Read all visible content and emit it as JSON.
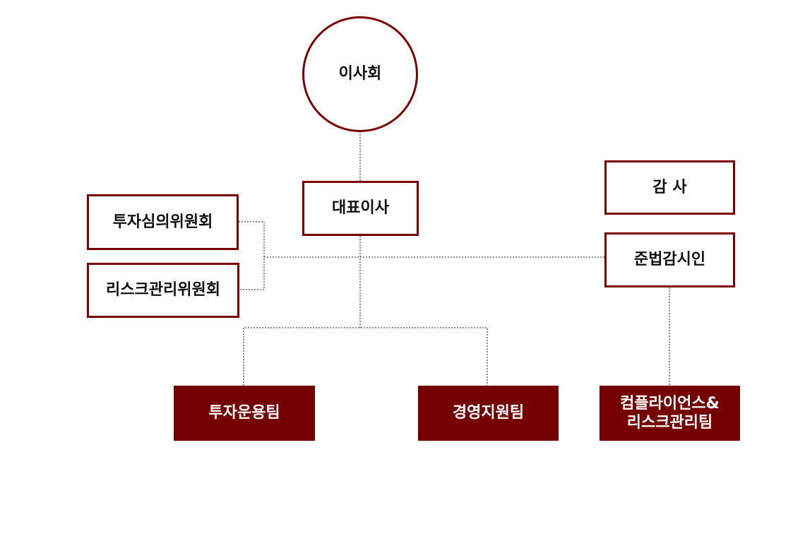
{
  "org_chart": {
    "board": "이사회",
    "ceo": "대표이사",
    "investment_committee": "투자심의위원회",
    "risk_committee": "리스크관리위원회",
    "auditor": "감 사",
    "compliance_officer": "준법감시인",
    "teams": {
      "investment": "투자운용팀",
      "management": "경영지원팀",
      "compliance_risk": "컴플라이언스&\n리스크관리팀"
    }
  },
  "colors": {
    "accent": "#7a0000",
    "filled_box": "#750000",
    "connector": "#8a8a8a"
  }
}
